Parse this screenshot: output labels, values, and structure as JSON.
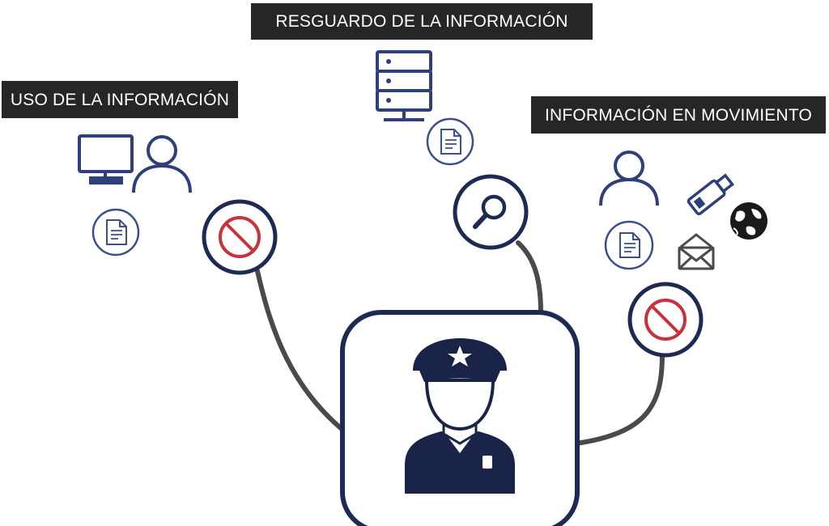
{
  "labels": {
    "uso": "USO DE LA INFORMACIÓN",
    "resguardo": "RESGUARDO DE LA INFORMACIÓN",
    "movimiento": "INFORMACIÓN EN MOVIMIENTO"
  },
  "colors": {
    "navy": "#1d2a52",
    "icon_blue": "#2f3f7a",
    "doc_ring": "#3b4f8f",
    "prohibit_red": "#c8323a",
    "connector": "#4a4a4a",
    "label_bg": "#262626",
    "label_text": "#ffffff"
  },
  "icons": [
    "monitor-icon",
    "user-icon",
    "document-icon",
    "prohibited-icon",
    "server-icon",
    "search-icon",
    "usb-drive-icon",
    "globe-icon",
    "envelope-icon",
    "police-officer-icon"
  ]
}
